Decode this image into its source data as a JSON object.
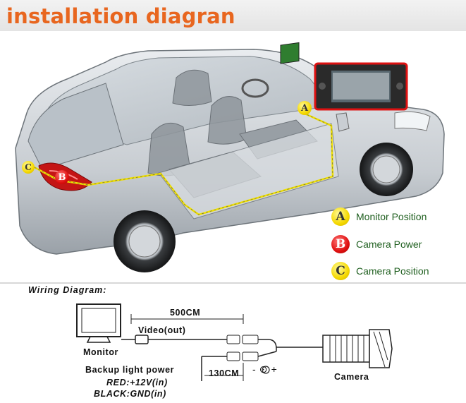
{
  "header": {
    "title": "installation diagran"
  },
  "legend": [
    {
      "letter": "A",
      "label": "Monitor Position",
      "color": "#f5d800"
    },
    {
      "letter": "B",
      "label": "Camera Power",
      "color": "#e01010"
    },
    {
      "letter": "C",
      "label": "Camera Position",
      "color": "#f5d800"
    }
  ],
  "car_markers": {
    "a": "A",
    "b": "B",
    "c": "C"
  },
  "wiring": {
    "title": "Wiring Diagram:",
    "monitor_label": "Monitor",
    "length_main": "500CM",
    "video_label": "Video(out)",
    "power_label": "Backup light power",
    "red_label": "RED:+12V(in)",
    "black_label": "BLACK:GND(in)",
    "length_power": "130CM",
    "camera_label": "Camera",
    "polarity": "-  ⊙  +"
  }
}
